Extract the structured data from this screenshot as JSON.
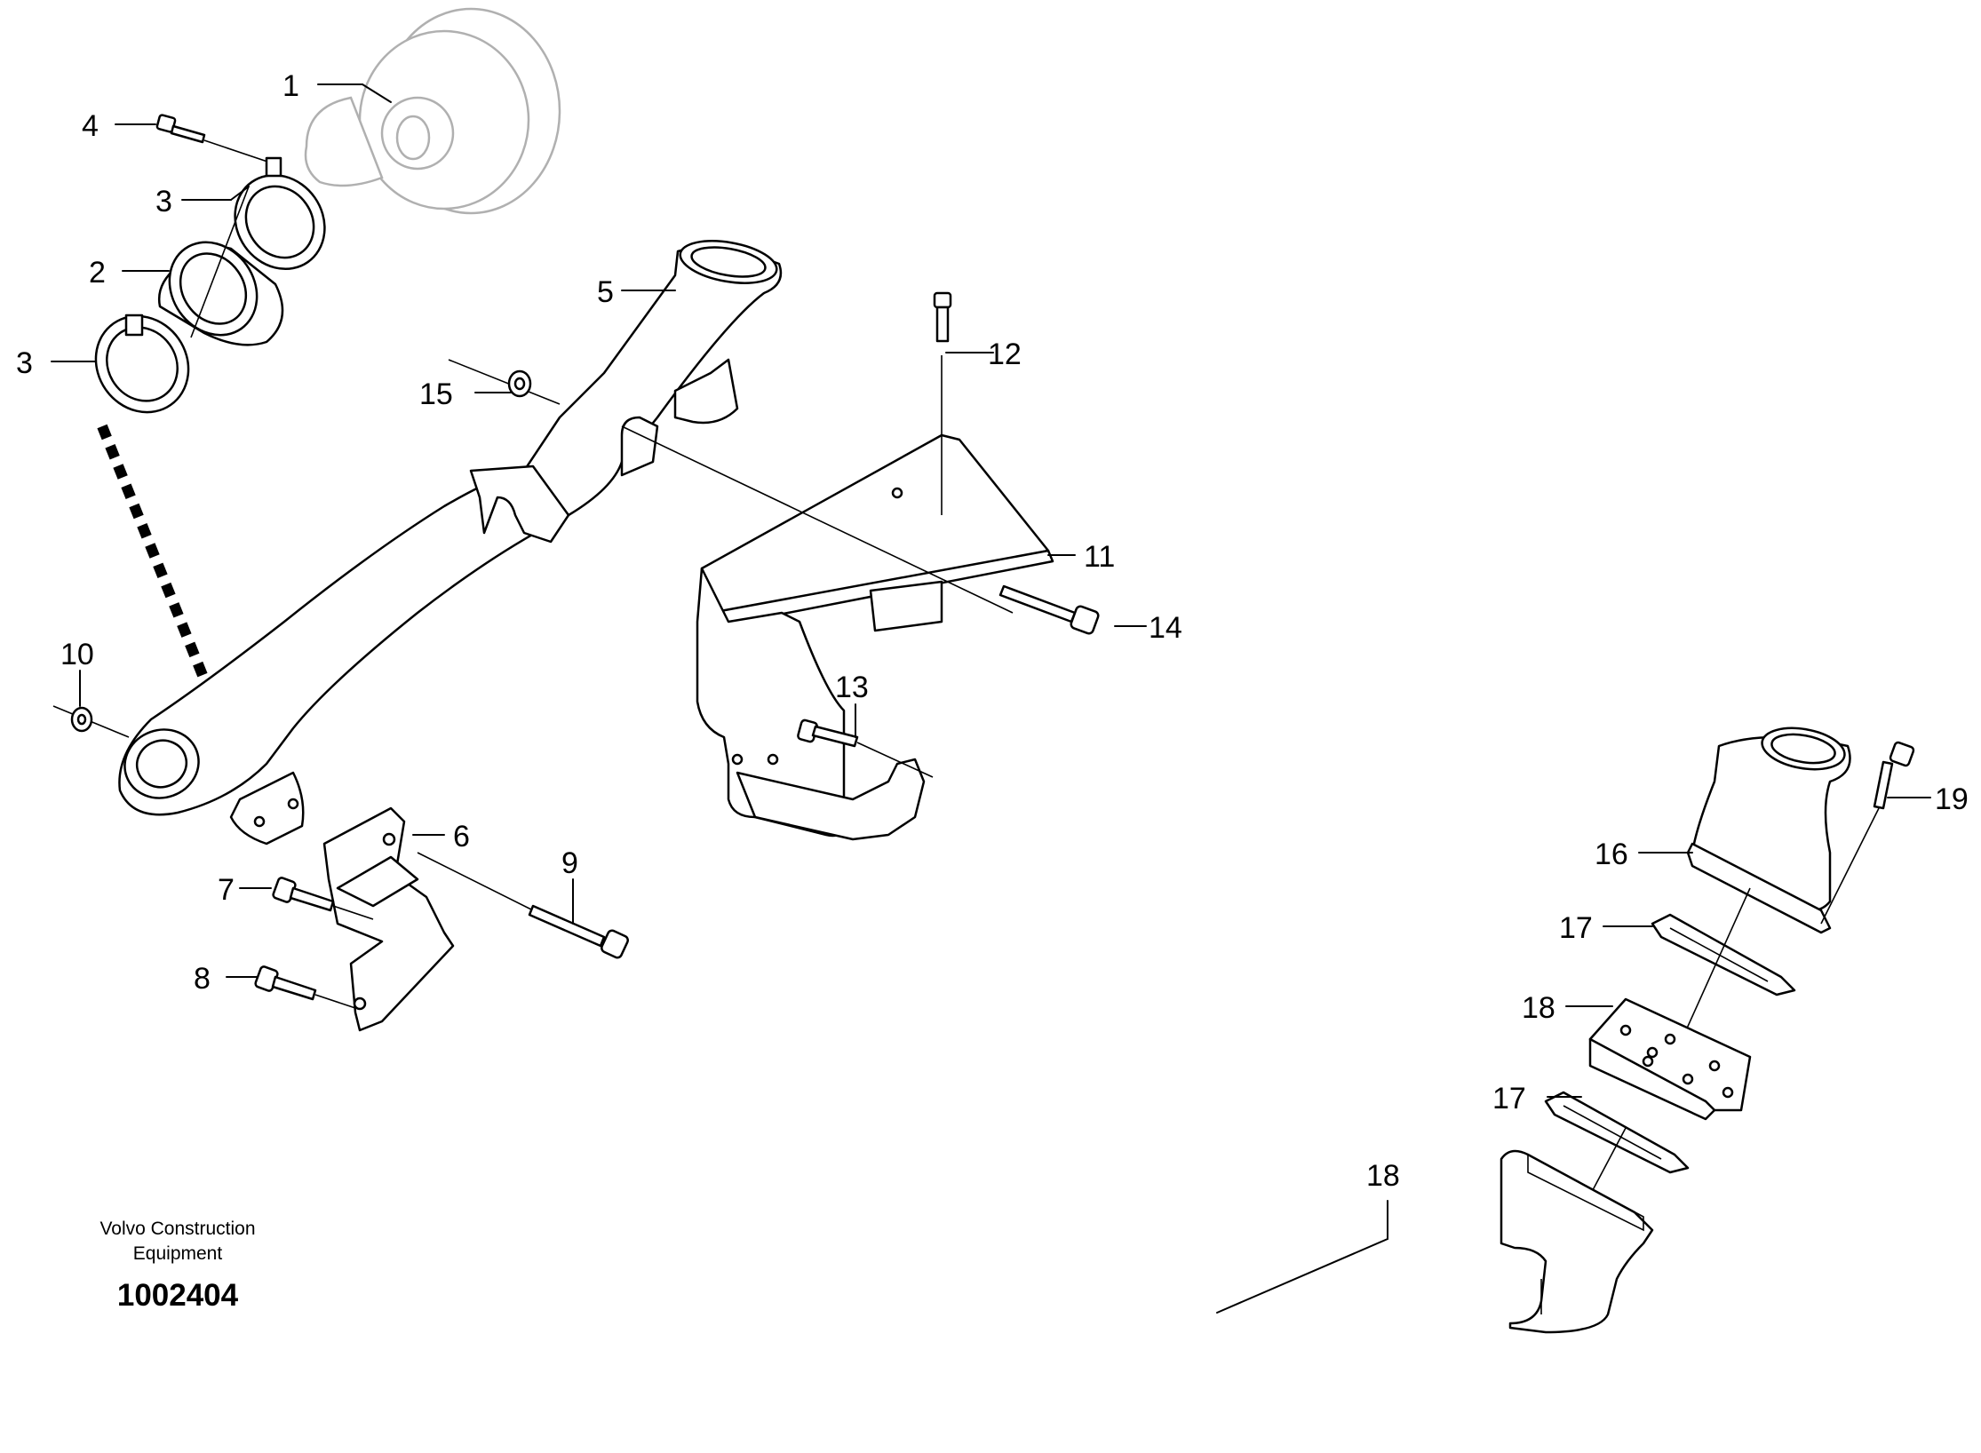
{
  "callouts": {
    "c1": "1",
    "c2": "2",
    "c3a": "3",
    "c3b": "3",
    "c4": "4",
    "c5": "5",
    "c6": "6",
    "c7": "7",
    "c8": "8",
    "c9": "9",
    "c10": "10",
    "c11": "11",
    "c12": "12",
    "c13": "13",
    "c14": "14",
    "c15": "15",
    "c16": "16",
    "c17a": "17",
    "c17b": "17",
    "c18a": "18",
    "c18b": "18",
    "c19": "19"
  },
  "footer": {
    "company_line1": "Volvo Construction",
    "company_line2": "Equipment",
    "drawing_number": "1002404"
  }
}
